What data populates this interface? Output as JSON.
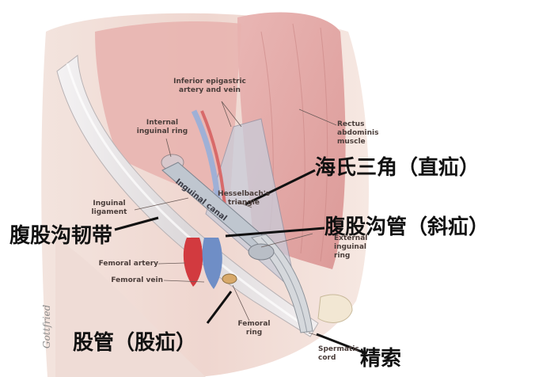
{
  "labels_en": {
    "inferior_epigastric": [
      "Inferior epigastric",
      "artery and vein"
    ],
    "internal_inguinal_ring": [
      "Internal",
      "inguinal ring"
    ],
    "rectus_abdominis": [
      "Rectus",
      "abdominis",
      "muscle"
    ],
    "hesselbach_triangle": [
      "Hesselbach's",
      "triangle"
    ],
    "inguinal_ligament": [
      "Inguinal",
      "ligament"
    ],
    "inguinal_canal": "Inguinal canal",
    "external_inguinal_ring": [
      "External",
      "inguinal",
      "ring"
    ],
    "femoral_artery": "Femoral artery",
    "femoral_vein": "Femoral vein",
    "femoral_ring": [
      "Femoral",
      "ring"
    ],
    "spermatic_cord": [
      "Spermatic",
      "cord"
    ]
  },
  "labels_zh": {
    "hesselbach_zh": "海氏三角（直疝）",
    "inguinal_ligament_zh": "腹股沟韧带",
    "inguinal_canal_zh": "腹股沟管（斜疝）",
    "femoral_canal_zh": "股管（股疝）",
    "spermatic_cord_zh": "精索"
  },
  "signature": "Gottfried",
  "colors": {
    "skin": "#f0dcd5",
    "muscle": "#e7aaa8",
    "ligament": "#ece9ea",
    "canal": "#c9cfd6",
    "artery": "#d3393e",
    "vein": "#6e8fc6",
    "pointer": "#111111"
  }
}
